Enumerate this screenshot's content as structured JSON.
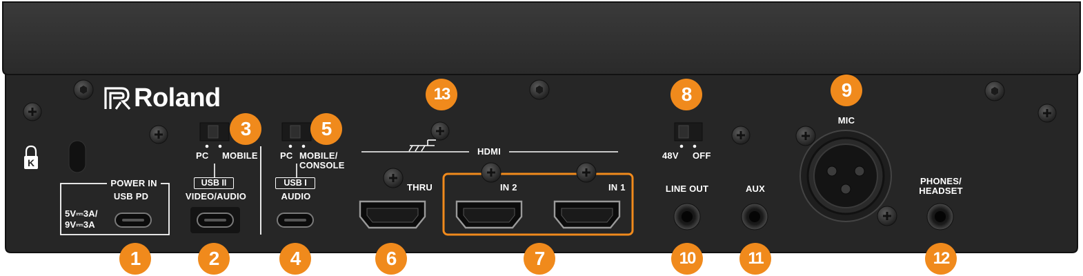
{
  "brand": {
    "name": "Roland"
  },
  "lock_symbol": "K",
  "labels": {
    "power_in": "POWER IN",
    "usb_pd": "USB PD",
    "power_spec_1": "5V⎓3A/",
    "power_spec_2": "9V⎓3A",
    "pc_1": "PC",
    "mobile": "MOBILE",
    "usb_ii": "USB II",
    "video_audio": "VIDEO/AUDIO",
    "pc_2": "PC",
    "mobile_console_1": "MOBILE/",
    "mobile_console_2": "CONSOLE",
    "usb_i": "USB I",
    "audio": "AUDIO",
    "hdmi": "HDMI",
    "thru": "THRU",
    "in2": "IN 2",
    "in1": "IN 1",
    "phantom_48v": "48V",
    "phantom_off": "OFF",
    "mic": "MIC",
    "line_out": "LINE OUT",
    "aux": "AUX",
    "phones_1": "PHONES/",
    "phones_2": "HEADSET"
  },
  "callouts": {
    "c1": "1",
    "c2": "2",
    "c3": "3",
    "c4": "4",
    "c5": "5",
    "c6": "6",
    "c7": "7",
    "c8": "8",
    "c9": "9",
    "c10": "10",
    "c11": "11",
    "c12": "12",
    "c13": "13"
  },
  "colors": {
    "panel_top": "#2e2e2e",
    "panel_face": "#262626",
    "callout": "#f08a1c",
    "highlight": "#f08a1c",
    "label": "#ffffff"
  }
}
